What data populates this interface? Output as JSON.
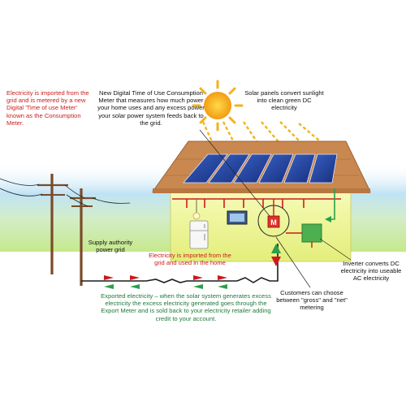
{
  "labels": {
    "import_meter": "Electricity is imported from the grid and is metered by a new Digital 'Time of use Meter' known as the Consumption Meter.",
    "new_meter": "New Digital Time of Use Consumption Meter that measures how much power your home uses and any excess power your solar power system feeds back to the grid.",
    "solar_panels": "Solar panels convert sunlight into clean green DC electricity",
    "supply_grid": "Supply authority power grid",
    "imported_home": "Electricity is imported from the grid and used in the home",
    "exported": "Exported electricity – when the solar system generates excess electricity the excess electricity generated goes through the Export Meter and is sold back to your electricity retailer adding credit to your account.",
    "inverter": "Inverter converts DC electricity into useable AC electricity",
    "metering_choice": "Customers can choose between \"gross\" and \"net\" metering",
    "meter_symbol": "M"
  },
  "colors": {
    "import_text": "#c8201c",
    "export_text": "#1f7a3a",
    "body_text": "#111111",
    "house_wall": "#eef59a",
    "roof_tiles": "#c9884f",
    "solar_panel": "#1f3f9a",
    "sun": "#f5b21b",
    "sky_band": "#bfe3f5",
    "grass_band": "#c6e98b",
    "wire_red": "#d0181b",
    "wire_green": "#2aa04a",
    "inverter_box": "#4caf50"
  },
  "icons": {
    "sun": "sun-icon",
    "meter": "meter-icon",
    "inverter": "inverter-box-icon",
    "fridge": "fridge-icon",
    "tv": "tv-icon",
    "lamp": "lamp-icon",
    "pole": "utility-pole-icon"
  }
}
